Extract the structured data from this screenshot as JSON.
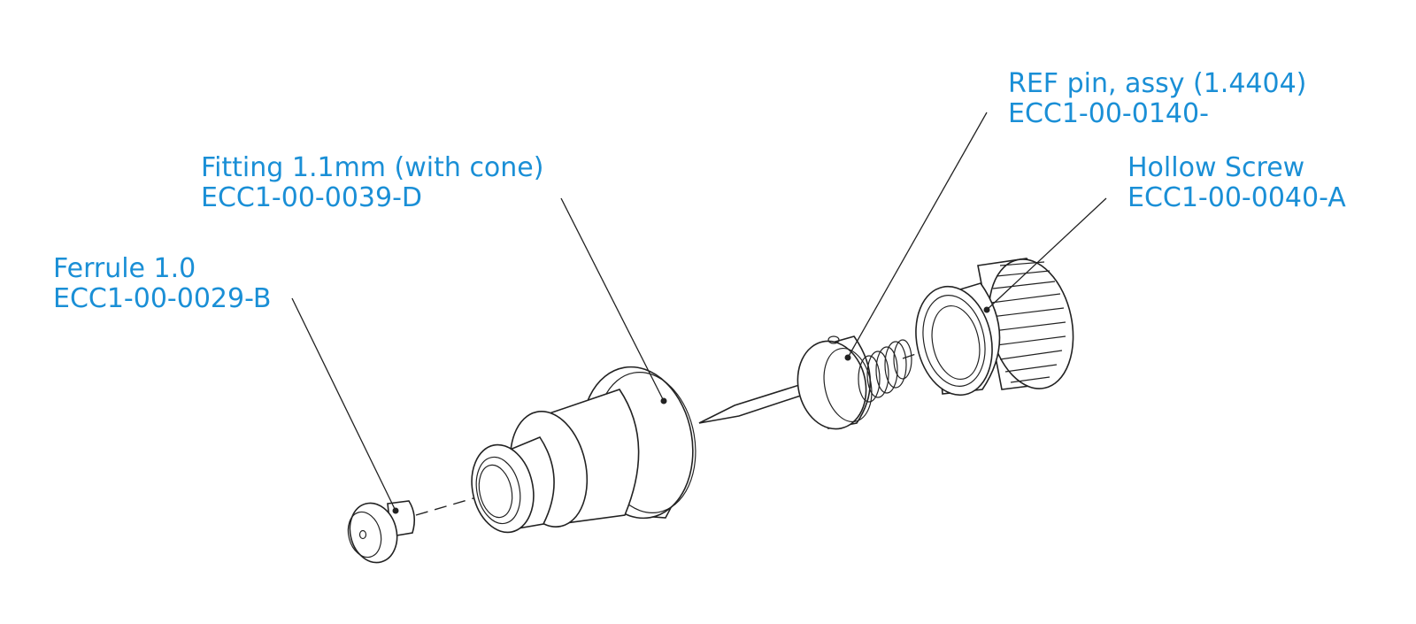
{
  "parts": {
    "ferrule": {
      "name": "Ferrule 1.0",
      "code": "ECC1-00-0029-B"
    },
    "fitting": {
      "name": "Fitting 1.1mm (with cone)",
      "code": "ECC1-00-0039-D"
    },
    "ref_pin": {
      "name": "REF pin, assy (1.4404)",
      "code": "ECC1-00-0140-"
    },
    "hollow_screw": {
      "name": "Hollow Screw",
      "code": "ECC1-00-0040-A"
    }
  },
  "colors": {
    "label": "#1a8fd6",
    "line": "#222222"
  }
}
